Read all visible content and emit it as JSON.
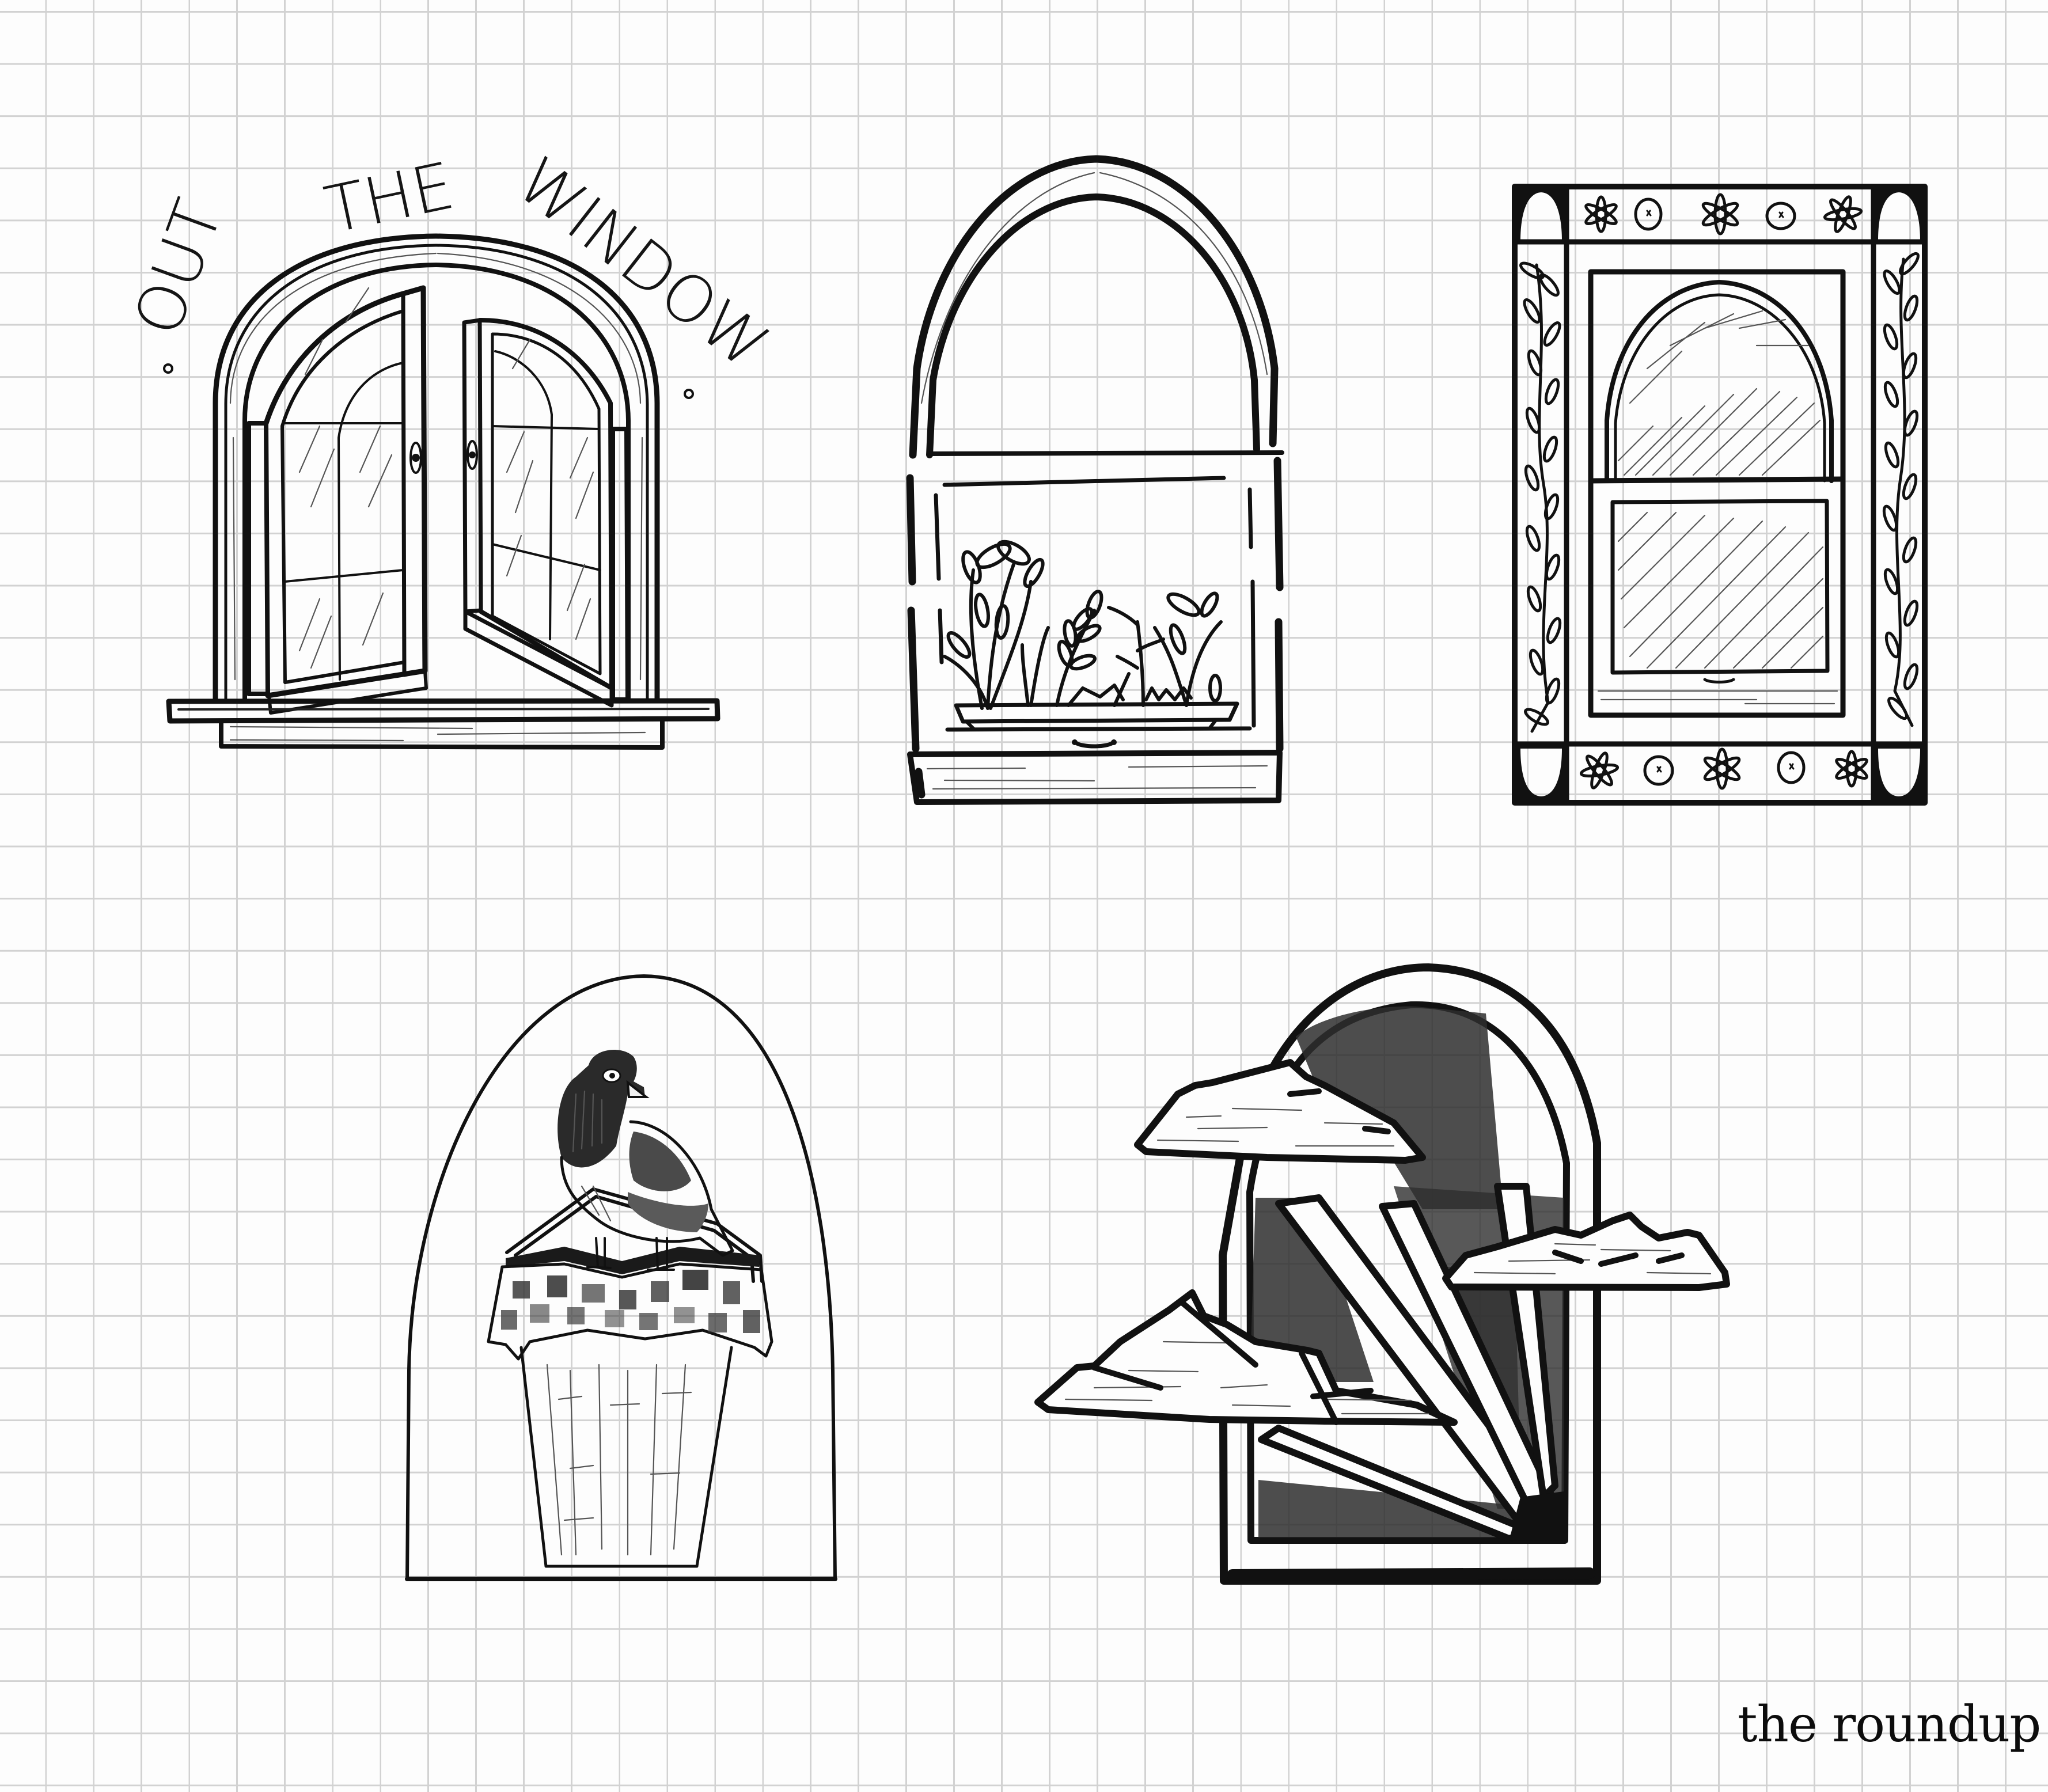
{
  "canvas": {
    "background": "#fdfdfd",
    "grid_color": "#d2d2d2",
    "ink_color": "#111111"
  },
  "illustrations": [
    {
      "id": "open-casement-window",
      "title_text": "OUT THE WINDOW",
      "title_words": [
        "OUT",
        "THE",
        "WINDOW"
      ],
      "description": "Arched double casement window with both sashes open and a wooden sill"
    },
    {
      "id": "planter-window",
      "description": "Round-arched window with a planter box of herbs behind the lower pane"
    },
    {
      "id": "folk-border-window",
      "description": "Arched sash window framed by a decorative border of flowers, berries and vines",
      "border_top": [
        "flower",
        "berry",
        "flower",
        "berry",
        "flower"
      ],
      "border_bottom": [
        "flower",
        "berry",
        "flower",
        "berry",
        "flower"
      ]
    },
    {
      "id": "bird-basket-window",
      "description": "Arched opening with a bird perched on the handle of a gingham-covered basket"
    },
    {
      "id": "clouds-window",
      "description": "Arched window with sun rays and three stylized clouds"
    }
  ],
  "signature": "the roundup"
}
